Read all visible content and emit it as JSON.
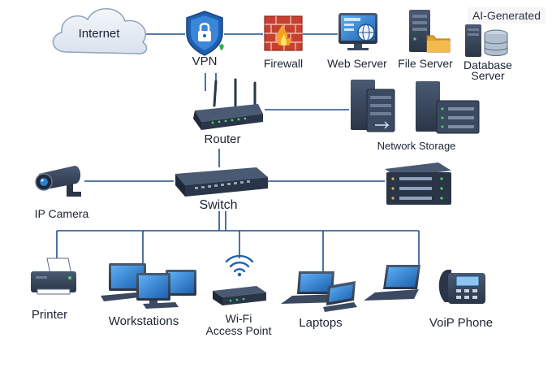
{
  "badge": "AI-Generated",
  "nodes": {
    "internet": "Internet",
    "vpn": "VPN",
    "firewall": "Firewall",
    "web_server": "Web Server",
    "file_server": "File Server",
    "database_server_line1": "Database",
    "database_server_line2": "Server",
    "router": "Router",
    "network_storage": "Network Storage",
    "ip_camera": "IP Camera",
    "switch": "Switch",
    "printer": "Printer",
    "workstations": "Workstations",
    "wifi_line1": "Wi-Fi",
    "wifi_line2": "Access Point",
    "laptops": "Laptops",
    "voip_phone": "VoiP Phone"
  },
  "colors": {
    "line": "#1f4e8c",
    "device_dark": "#2f3d52",
    "device_mid": "#44546c",
    "screen": "#2a7fd4",
    "firewall": "#c8402e",
    "vpn": "#1f5fb0",
    "led_green": "#52d468",
    "led_amber": "#e8b23a"
  }
}
